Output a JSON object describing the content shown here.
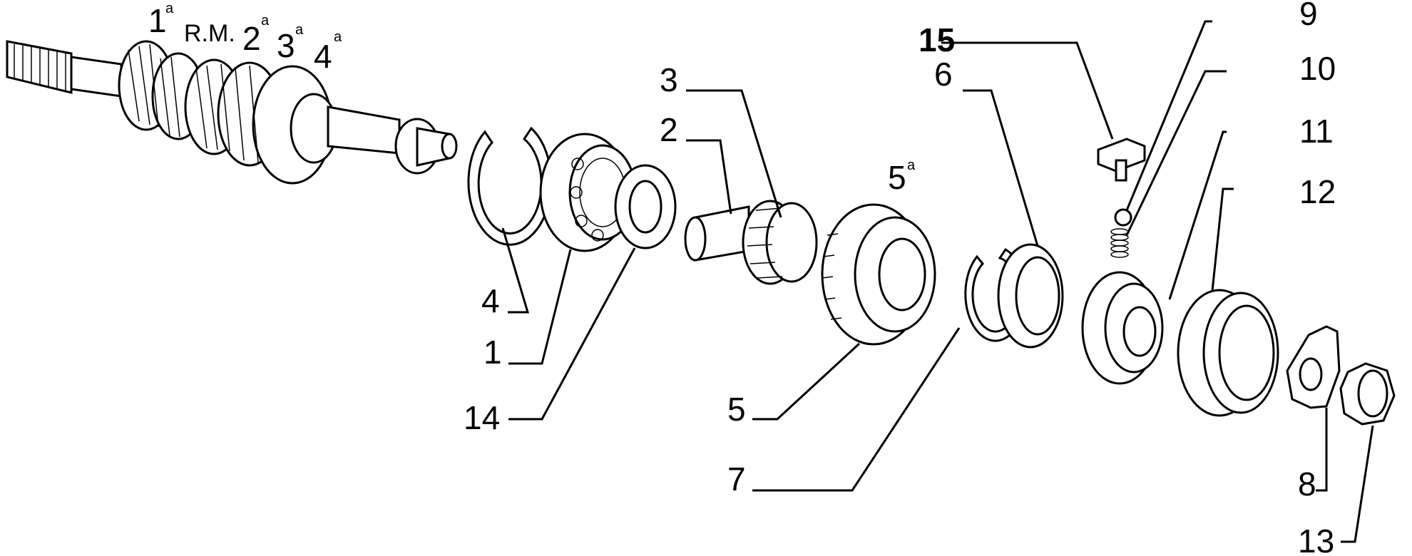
{
  "labels": {
    "n1": "1",
    "n2": "2",
    "n3": "3",
    "n4": "4",
    "n5": "5",
    "n6": "6",
    "n7": "7",
    "n8": "8",
    "n9": "9",
    "n10": "10",
    "n11": "11",
    "n12": "12",
    "n13": "13",
    "n14": "14",
    "n15": "15"
  },
  "gear_marks": {
    "g1": "1",
    "g1_sup": "a",
    "rm": "R.M.",
    "g2": "2",
    "g2_sup": "a",
    "g3": "3",
    "g3_sup": "a",
    "g4": "4",
    "g4_sup": "a",
    "g5": "5",
    "g5_sup": "a"
  }
}
